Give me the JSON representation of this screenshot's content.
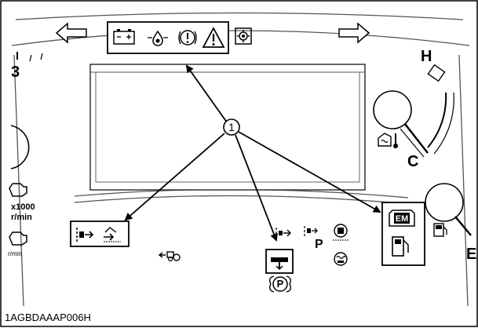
{
  "callout": "1",
  "gauges": {
    "hot_mark": "H",
    "cold_mark": "C",
    "right_cut_mark": "E",
    "left_digit": "3",
    "rpm_multiplier": "x1000",
    "rpm_unit_top": "r/min",
    "rpm_unit_bottom": "r/min"
  },
  "indicators": {
    "parking_letter": "P",
    "em_label": "EM",
    "parking_circle": "P"
  },
  "caption": "1AGBDAAAP006H"
}
